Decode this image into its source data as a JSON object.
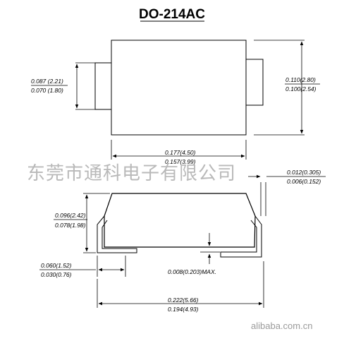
{
  "title": "DO-214AC",
  "watermark": "东莞市通科电子有限公司",
  "site": "alibaba.com.cn",
  "dimensions": {
    "lead_height": {
      "max": "0.087 (2.21)",
      "min": "0.070 (1.80)"
    },
    "body_height_top": {
      "max": "0.110(2.80)",
      "min": "0.100(2.54)"
    },
    "body_width": {
      "max": "0.177(4.50)",
      "min": "0.157(3.99)"
    },
    "lead_thickness": {
      "max": "0.012(0.305)",
      "min": "0.006(0.152)"
    },
    "package_height": {
      "max": "0.096(2.42)",
      "min": "0.078(1.98)"
    },
    "lead_length": {
      "max": "0.060(1.52)",
      "min": "0.030(0.76)"
    },
    "standoff": "0.008(0.203)MAX.",
    "overall_length": {
      "max": "0.222(5.66)",
      "min": "0.194(4.93)"
    }
  }
}
